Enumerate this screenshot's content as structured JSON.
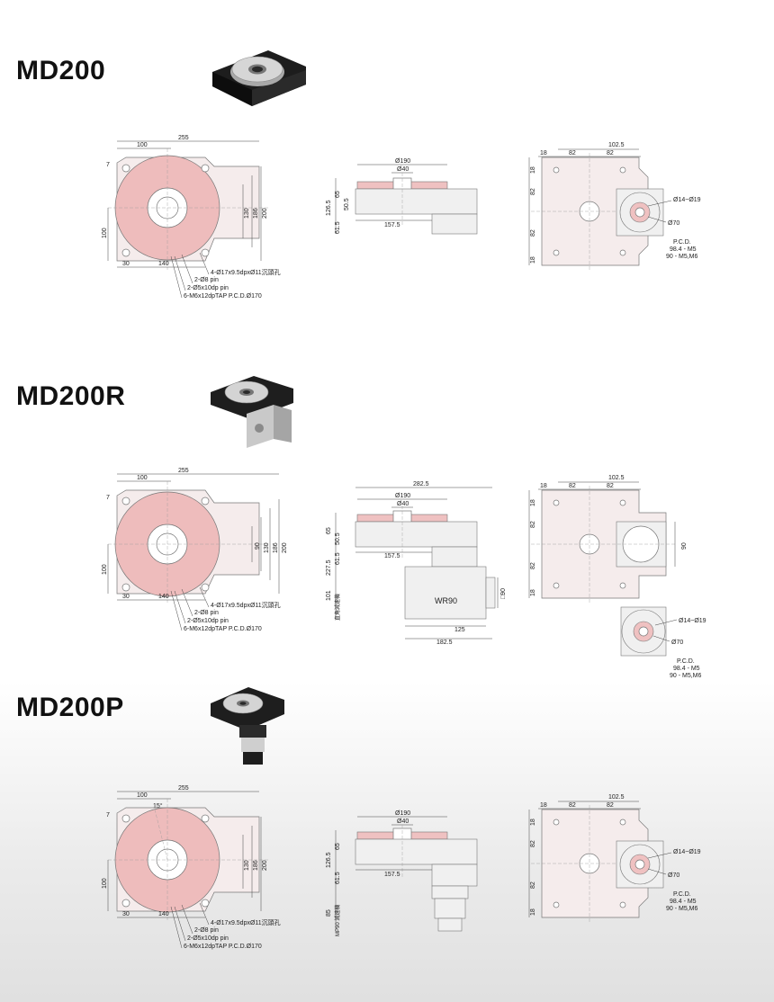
{
  "sections": [
    {
      "title": "MD200",
      "top": {
        "w255": "255",
        "w100": "100",
        "d7": "7",
        "h100": "100",
        "w30": "30",
        "w140": "140",
        "h130": "130",
        "h186": "186",
        "h200": "200",
        "callouts": [
          "4-Ø17x9.5dpxØ11沉頭孔",
          "2-Ø8 pin",
          "2-Ø5x10dp pin",
          "6-M6x12dpTAP P.C.D.Ø170"
        ]
      },
      "side": {
        "d190": "Ø190",
        "d40": "Ø40",
        "h65": "65",
        "h505": "50.5",
        "h1265": "126.5",
        "h615": "61.5",
        "w1575": "157.5"
      },
      "back": {
        "w1025": "102.5",
        "w18": "18",
        "w82a": "82",
        "w82b": "82",
        "v18a": "18",
        "v82a": "82",
        "v82b": "82",
        "v18b": "18",
        "d14": "Ø14~Ø19",
        "d70": "Ø70",
        "pcd1": "P.C.D.",
        "pcd2": "98.4 - M5",
        "pcd3": "90 - M5,M6"
      }
    },
    {
      "title": "MD200R",
      "top": {
        "w255": "255",
        "w100": "100",
        "d7": "7",
        "h100": "100",
        "w30": "30",
        "w140": "140",
        "h90": "90",
        "h130": "130",
        "h186": "186",
        "h200": "200",
        "callouts": [
          "4-Ø17x9.5dpxØ11沉頭孔",
          "2-Ø8 pin",
          "2-Ø5x10dp pin",
          "6-M6x12dpTAP P.C.D.Ø170"
        ]
      },
      "side": {
        "w2825": "282.5",
        "d190": "Ø190",
        "d40": "Ø40",
        "h65": "65",
        "h505": "50.5",
        "w1575": "157.5",
        "h2775": "227.5",
        "h615": "61.5",
        "h101": "101",
        "reducer": "直角減速機",
        "gear": "WR90",
        "sq90": "□90",
        "w125": "125",
        "w1825": "182.5"
      },
      "back": {
        "w1025": "102.5",
        "w18": "18",
        "w82a": "82",
        "w82b": "82",
        "v18a": "18",
        "v82a": "82",
        "v82b": "82",
        "v18b": "18",
        "h90": "90",
        "d14": "Ø14~Ø19",
        "d70": "Ø70",
        "pcd1": "P.C.D.",
        "pcd2": "98.4 - M5",
        "pcd3": "90 - M5,M6"
      }
    },
    {
      "title": "MD200P",
      "top": {
        "w255": "255",
        "w100": "100",
        "d7": "7",
        "h100": "100",
        "a15": "15°",
        "w30": "30",
        "w140": "140",
        "h130": "130",
        "h186": "186",
        "h200": "200",
        "callouts": [
          "4-Ø17x9.5dpxØ11沉頭孔",
          "2-Ø8 pin",
          "2-Ø5x10dp pin",
          "6-M6x12dpTAP P.C.D.Ø170"
        ]
      },
      "side": {
        "d190": "Ø190",
        "d40": "Ø40",
        "h65": "65",
        "h1265": "126.5",
        "h615": "61.5",
        "w1575": "157.5",
        "h85": "85",
        "mp90": "MP90 減速機"
      },
      "back": {
        "w1025": "102.5",
        "w18": "18",
        "w82a": "82",
        "w82b": "82",
        "v18a": "18",
        "v82a": "82",
        "v82b": "82",
        "v18b": "18",
        "d14": "Ø14~Ø19",
        "d70": "Ø70",
        "pcd1": "P.C.D.",
        "pcd2": "98.4 - M5",
        "pcd3": "90 - M5,M6"
      }
    }
  ]
}
